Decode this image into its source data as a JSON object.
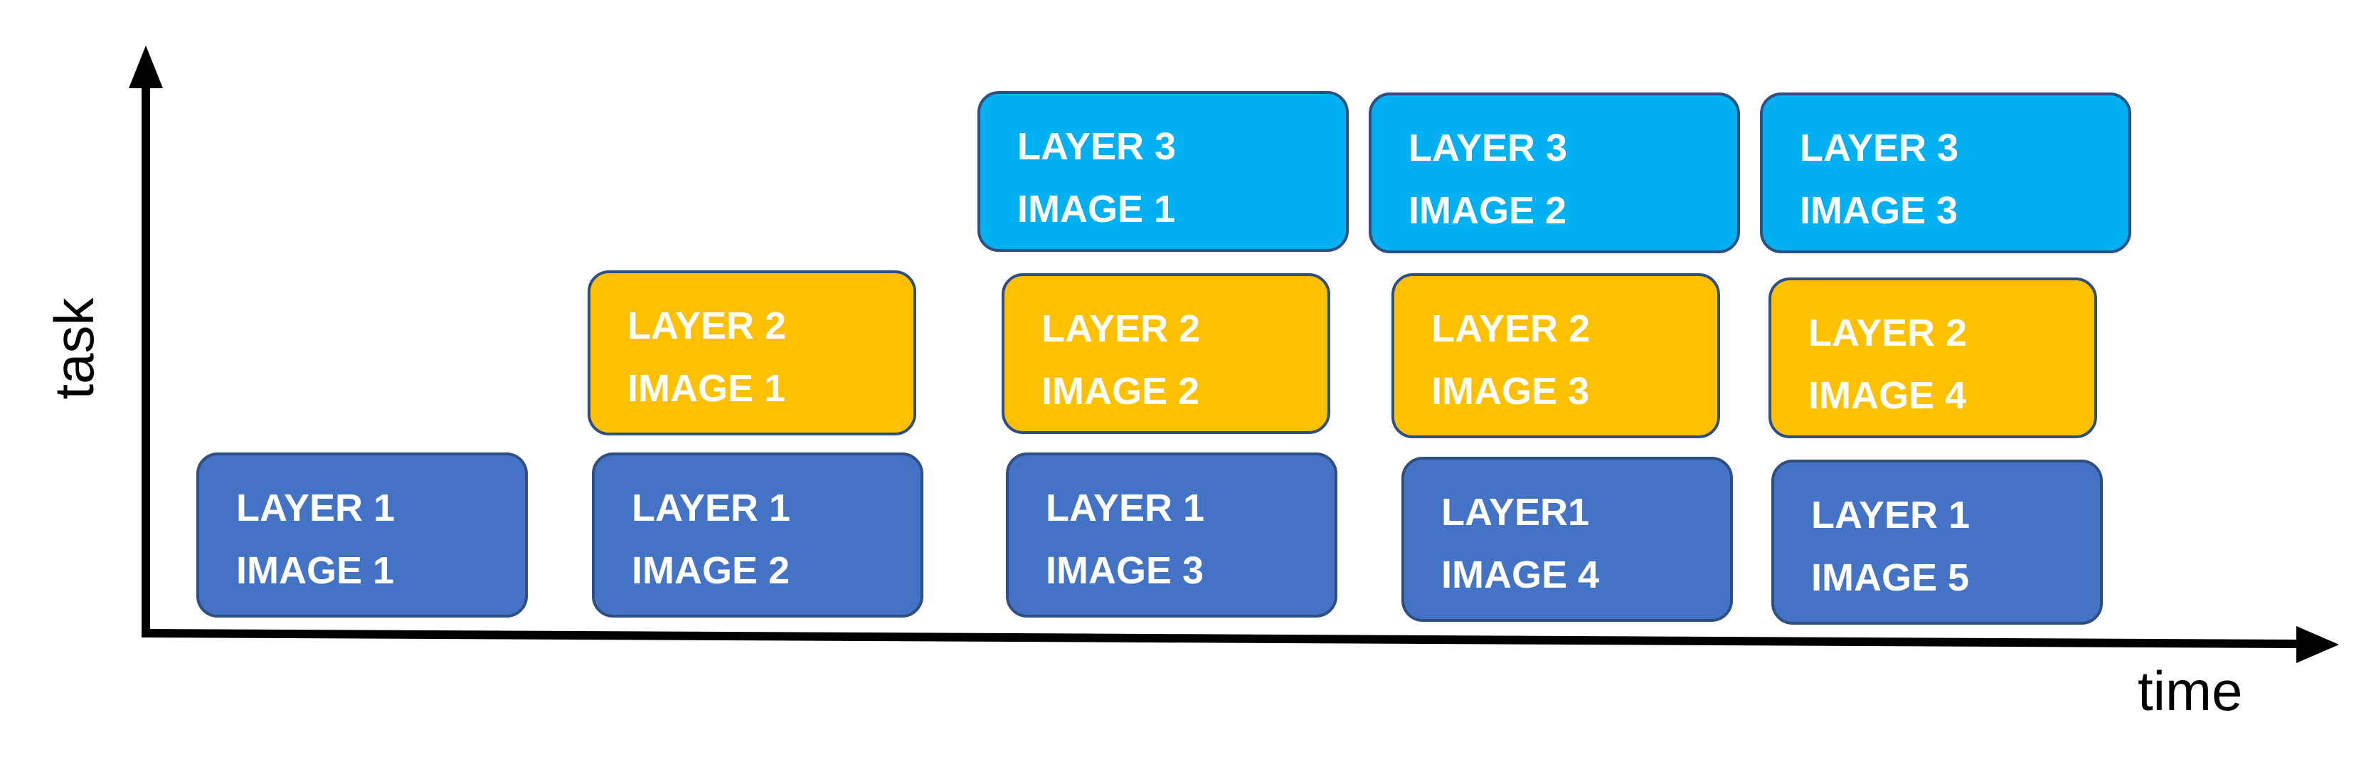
{
  "axes": {
    "y_label": "task",
    "x_label": "time"
  },
  "colors": {
    "layer1": "#4472c4",
    "layer2": "#ffc000",
    "layer3": "#00b0f0",
    "axis": "#000000",
    "box_border": "#2f4f80",
    "text": "#ffffff"
  },
  "boxes": [
    {
      "id": "l1-i1",
      "layer": 1,
      "line1": "LAYER 1",
      "line2": "IMAGE 1"
    },
    {
      "id": "l1-i2",
      "layer": 1,
      "line1": "LAYER 1",
      "line2": "IMAGE 2"
    },
    {
      "id": "l1-i3",
      "layer": 1,
      "line1": "LAYER 1",
      "line2": "IMAGE 3"
    },
    {
      "id": "l1-i4",
      "layer": 1,
      "line1": "LAYER1",
      "line2": "IMAGE 4"
    },
    {
      "id": "l1-i5",
      "layer": 1,
      "line1": "LAYER 1",
      "line2": "IMAGE 5"
    },
    {
      "id": "l2-i1",
      "layer": 2,
      "line1": "LAYER 2",
      "line2": "IMAGE 1"
    },
    {
      "id": "l2-i2",
      "layer": 2,
      "line1": "LAYER 2",
      "line2": "IMAGE 2"
    },
    {
      "id": "l2-i3",
      "layer": 2,
      "line1": "LAYER 2",
      "line2": "IMAGE 3"
    },
    {
      "id": "l2-i4",
      "layer": 2,
      "line1": "LAYER 2",
      "line2": "IMAGE 4"
    },
    {
      "id": "l3-i1",
      "layer": 3,
      "line1": "LAYER 3",
      "line2": "IMAGE 1"
    },
    {
      "id": "l3-i2",
      "layer": 3,
      "line1": "LAYER 3",
      "line2": "IMAGE 2"
    },
    {
      "id": "l3-i3",
      "layer": 3,
      "line1": "LAYER 3",
      "line2": "IMAGE 3"
    }
  ]
}
